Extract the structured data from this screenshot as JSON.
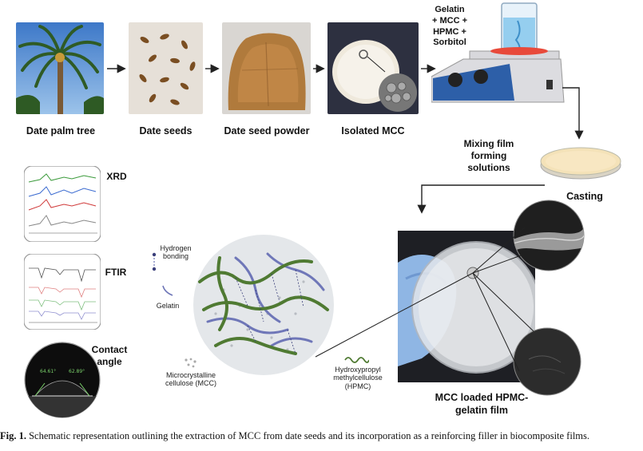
{
  "steps": {
    "palm": "Date palm tree",
    "seeds": "Date seeds",
    "powder": "Date seed powder",
    "mcc": "Isolated MCC"
  },
  "beaker_ingredients": [
    "Gelatin",
    "+ MCC +",
    "HPMC +",
    "Sorbitol"
  ],
  "mixing_label": [
    "Mixing film",
    "forming",
    "solutions"
  ],
  "casting_label": "Casting",
  "film_label": [
    "MCC loaded HPMC-",
    "gelatin film"
  ],
  "characterization": {
    "xrd": "XRD",
    "ftir": "FTIR",
    "contact": [
      "Contact",
      "angle"
    ],
    "angle_left": "64.61°",
    "angle_right": "62.89°"
  },
  "legend": {
    "hydrogen": [
      "Hydrogen",
      "bonding"
    ],
    "gelatin": "Gelatin",
    "mcc": [
      "Microcrystalline",
      "cellulose (MCC)"
    ],
    "hpmc": [
      "Hydroxypropyl",
      "methylcellulose",
      "(HPMC)"
    ]
  },
  "caption": {
    "label": "Fig. 1.",
    "text": " Schematic representation outlining the extraction of MCC from date seeds and its incorporation as a reinforcing filler in biocomposite films."
  },
  "colors": {
    "gelatin_green": "#4f7a32",
    "hpmc_blue": "#6f77b8",
    "arrow": "#222222"
  }
}
